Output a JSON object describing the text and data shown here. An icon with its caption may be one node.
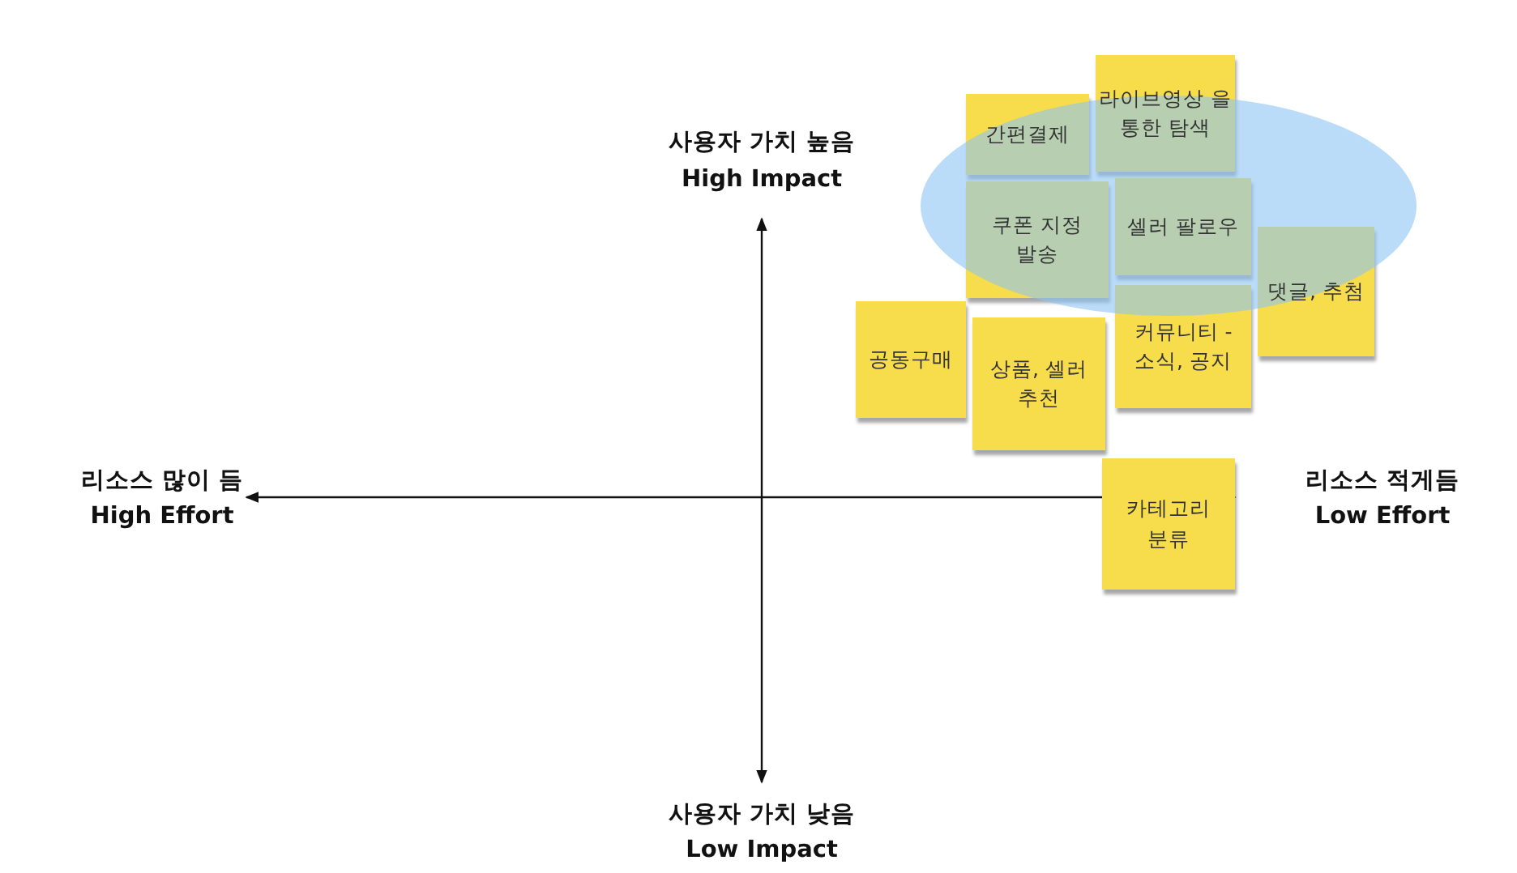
{
  "diagram": {
    "nodes": [
      {
        "text": [
          "라이브영상 을 통한 탐색"
        ]
      },
      {
        "text": [
          "간편결제"
        ]
      },
      {
        "text": [
          "셀러 팔로우"
        ]
      },
      {
        "text": [
          "쿠폰 지정 발송"
        ]
      },
      {
        "text": [
          "댓글, 추첨"
        ]
      },
      {
        "text": [
          "공동구매"
        ]
      },
      {
        "text": [
          "커뮤니티 -소식, 공지"
        ]
      },
      {
        "text": [
          "상품, 셀러 추천"
        ]
      },
      {
        "text": [
          "카테고리 분류"
        ]
      }
    ],
    "edges": [],
    "labels": [
      "사용자 가치 높음",
      "High Impact",
      "리소스 많이 듬",
      "High Effort",
      "리소스 적게듬",
      "Low Effort",
      "사용자 가치 낮음",
      "Low Impact"
    ]
  }
}
